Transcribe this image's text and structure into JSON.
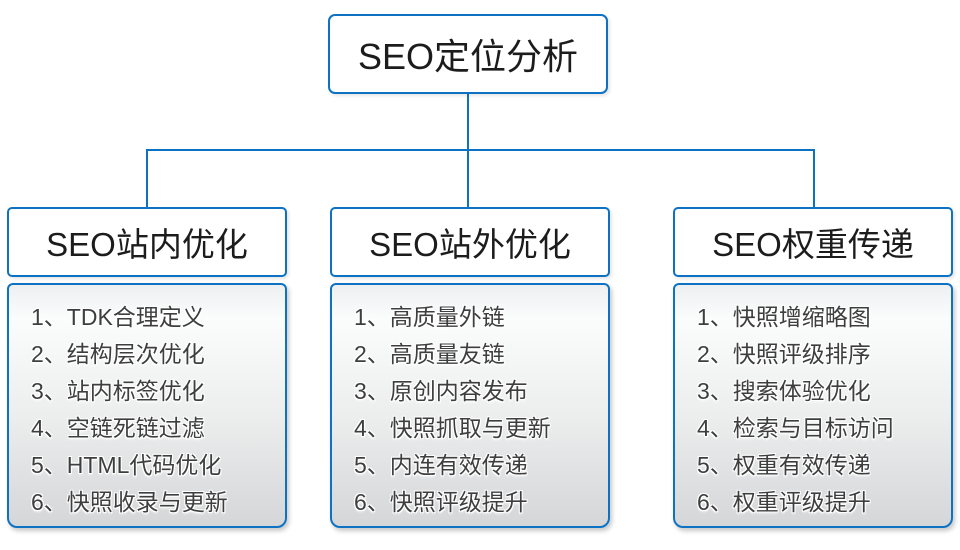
{
  "diagram": {
    "root": {
      "label": "SEO定位分析"
    },
    "columns": [
      {
        "title": "SEO站内优化",
        "items": [
          "1、TDK合理定义",
          "2、结构层次优化",
          "3、站内标签优化",
          "4、空链死链过滤",
          "5、HTML代码优化",
          "6、快照收录与更新"
        ]
      },
      {
        "title": "SEO站外优化",
        "items": [
          "1、高质量外链",
          "2、高质量友链",
          "3、原创内容发布",
          "4、快照抓取与更新",
          "5、内连有效传递",
          "6、快照评级提升"
        ]
      },
      {
        "title": "SEO权重传递",
        "items": [
          "1、快照增缩略图",
          "2、快照评级排序",
          "3、搜索体验优化",
          "4、检索与目标访问",
          "5、权重有效传递",
          "6、权重评级提升"
        ]
      }
    ],
    "colors": {
      "line_and_border_blue": "#0d72c4",
      "title_text": "#1c1c1c",
      "list_text": "#3e3e3e",
      "list_gradient_top": "#edeff1",
      "list_gradient_bottom": "#d5d6d8",
      "background": "#ffffff"
    }
  }
}
